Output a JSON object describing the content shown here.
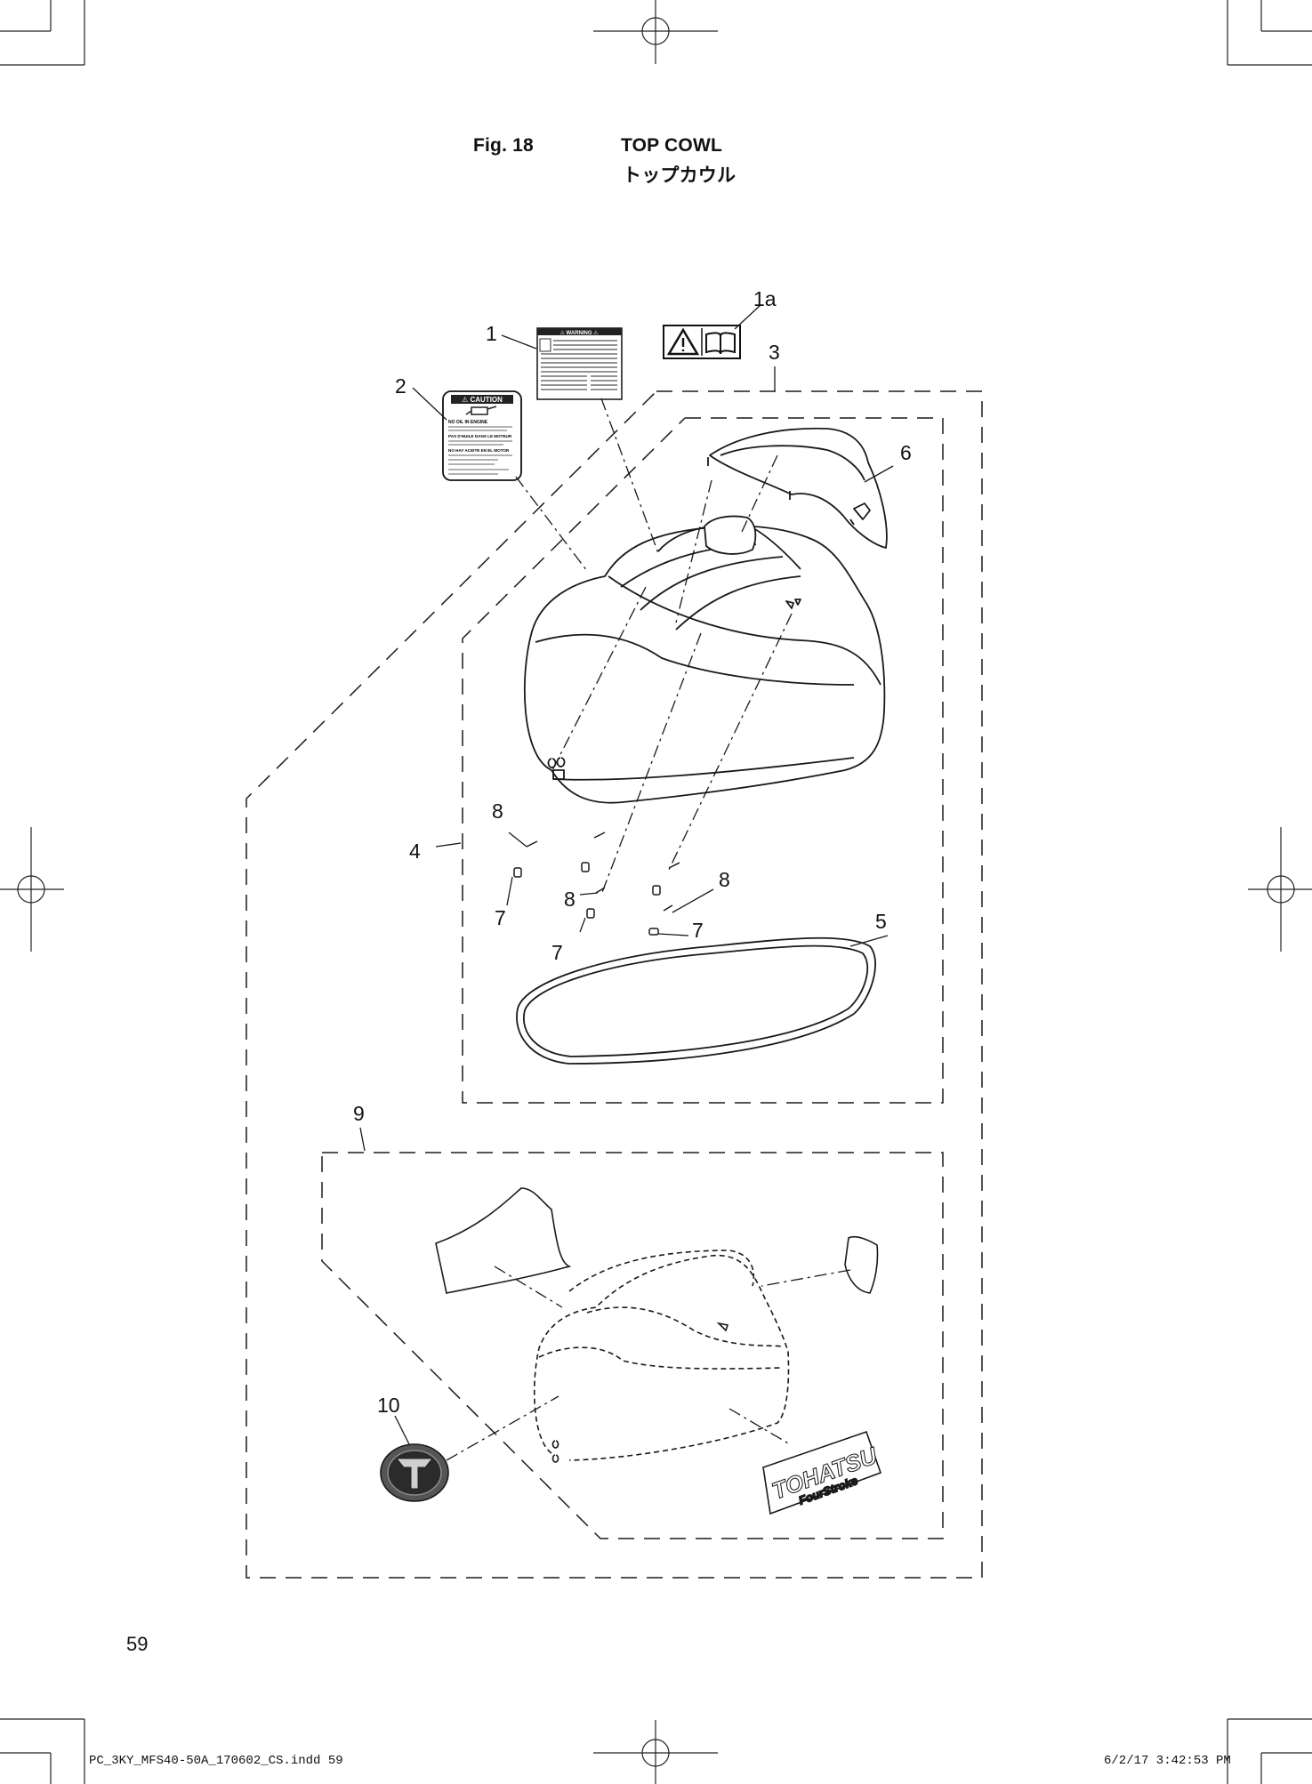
{
  "header": {
    "fig_no": "Fig. 18",
    "title": "TOP COWL",
    "title_jp": "トップカウル"
  },
  "callouts": {
    "c1": "1",
    "c1a": "1a",
    "c2": "2",
    "c3": "3",
    "c4": "4",
    "c5": "5",
    "c6": "6",
    "c7a": "7",
    "c7b": "7",
    "c7c": "7",
    "c8a": "8",
    "c8b": "8",
    "c8c": "8",
    "c9": "9",
    "c10": "10"
  },
  "labels": {
    "caution_head": "⚠ CAUTION",
    "caution_line1": "NO OIL IN ENGINE",
    "caution_line2": "PAS D'HUILE DANS LE MOTEUR",
    "caution_line3": "NO HAY ACEITE EN EL MOTOR",
    "warning_head": "⚠ WARNING ⚠",
    "decal_brand": "TOHATSU",
    "decal_sub": "FourStroke"
  },
  "footer": {
    "page_number": "59",
    "file_name": "PC_3KY_MFS40-50A_170602_CS.indd   59",
    "timestamp": "6/2/17   3:42:53 PM"
  },
  "colors": {
    "line": "#1a1a1a",
    "gray": "#6d6d6d",
    "light": "#cfcfcf"
  }
}
